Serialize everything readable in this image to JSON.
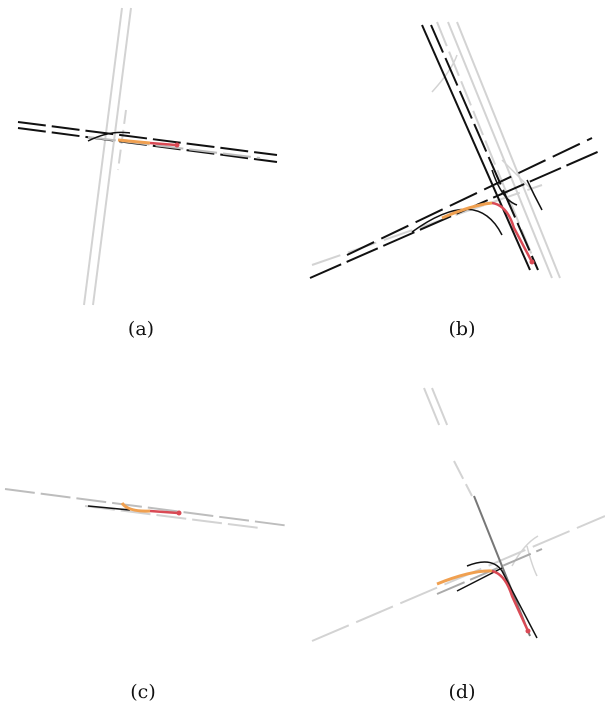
{
  "figure": {
    "panels": [
      {
        "id": "a",
        "label": "(a)"
      },
      {
        "id": "b",
        "label": "(b)"
      },
      {
        "id": "c",
        "label": "(c)"
      },
      {
        "id": "d",
        "label": "(d)"
      }
    ]
  },
  "colors": {
    "lane_active": "#111111",
    "lane_context": "#cfcfcf",
    "history_path": "#f0a050",
    "future_path": "#d94a55"
  }
}
